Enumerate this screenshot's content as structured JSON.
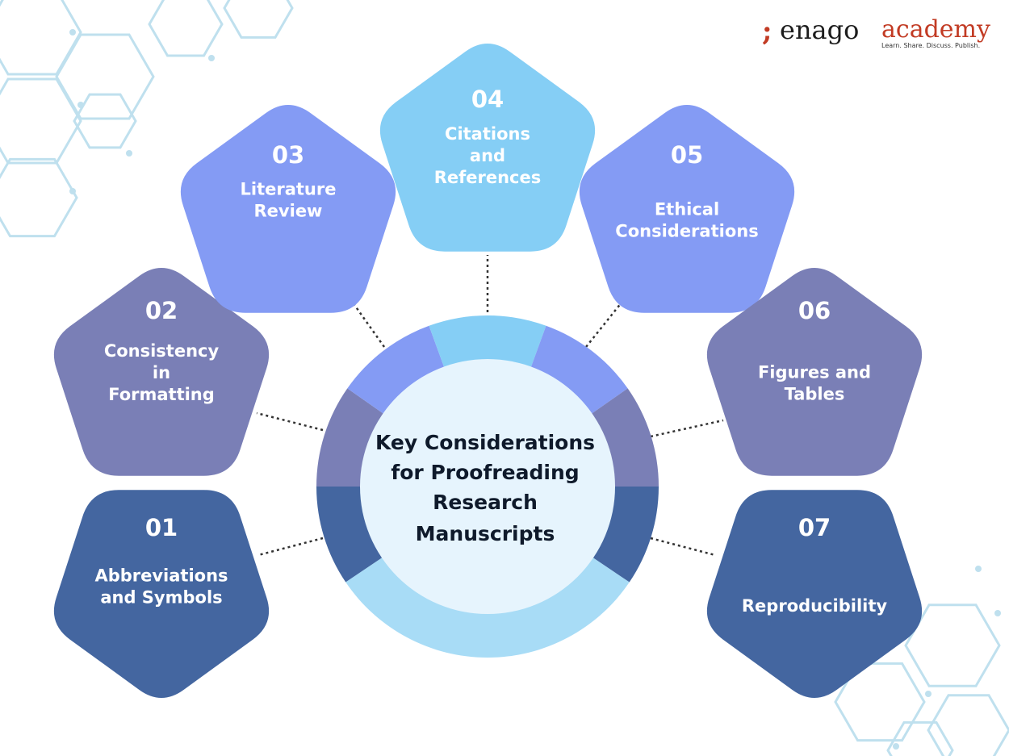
{
  "brand": {
    "mark": ";",
    "name_part1": "enago",
    "name_part2": "academy",
    "tagline": "Learn. Share. Discuss. Publish."
  },
  "center": {
    "lines": [
      "Key Considerations",
      "for Proofreading",
      "Research",
      "Manuscripts"
    ]
  },
  "items": [
    {
      "num": "01",
      "lines": [
        "Abbreviations",
        "and Symbols"
      ],
      "color": "#4466a0"
    },
    {
      "num": "02",
      "lines": [
        "Consistency",
        "in",
        "Formatting"
      ],
      "color": "#7a7fb6"
    },
    {
      "num": "03",
      "lines": [
        "Literature",
        "Review"
      ],
      "color": "#849bf4"
    },
    {
      "num": "04",
      "lines": [
        "Citations",
        "and",
        "References"
      ],
      "color": "#85cef5"
    },
    {
      "num": "05",
      "lines": [
        "Ethical",
        "Considerations"
      ],
      "color": "#849bf4"
    },
    {
      "num": "06",
      "lines": [
        "Figures and",
        "Tables"
      ],
      "color": "#7a7fb6"
    },
    {
      "num": "07",
      "lines": [
        "Reproducibility"
      ],
      "color": "#4466a0"
    }
  ],
  "colors": {
    "center_fill": "#e6f4fd",
    "ring_light": "#a8dcf6",
    "connector": "#333333",
    "hex_decoration": "#bfe0ee"
  }
}
